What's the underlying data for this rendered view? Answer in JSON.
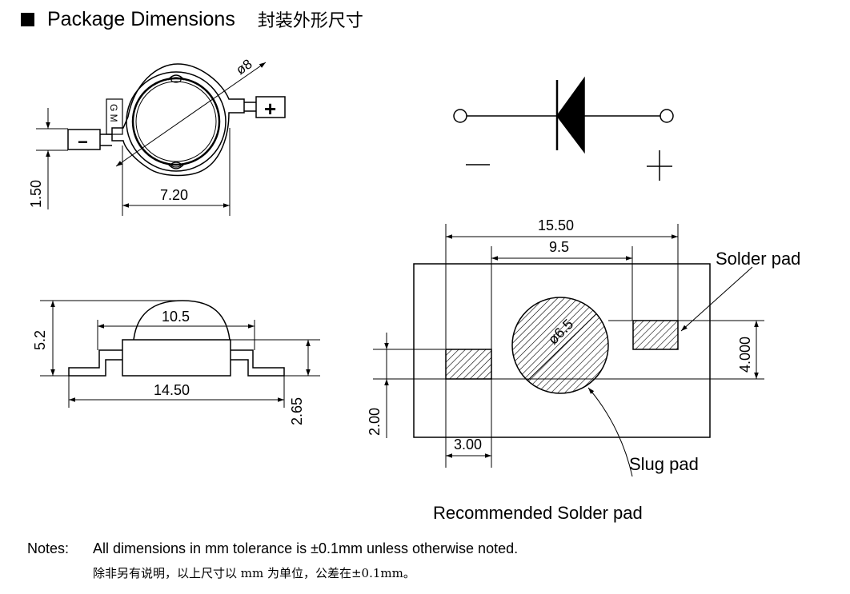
{
  "header": {
    "title": "Package Dimensions",
    "title_cn": "封装外形尺寸"
  },
  "top_view": {
    "dim_diameter": "ø8",
    "dim_width": "7.20",
    "dim_height": "1.50",
    "marking": "G M",
    "minus_symbol": "−",
    "plus_symbol": "+"
  },
  "side_view": {
    "dim_lens": "10.5",
    "dim_height_total": "5.2",
    "dim_length": "14.50",
    "dim_height_body": "2.65"
  },
  "symbol": {
    "minus_symbol": "−",
    "plus_symbol": "+"
  },
  "solder_pad": {
    "dim_outer": "15.50",
    "dim_inner": "9.5",
    "dim_slug": "ø6.5",
    "dim_pad_height": "4.000",
    "dim_pad_offset": "2.00",
    "dim_pad_width": "3.00",
    "label_solder_pad": "Solder pad",
    "label_slug_pad": "Slug pad",
    "caption": "Recommended Solder pad"
  },
  "notes": {
    "label": "Notes:",
    "text": "All dimensions in mm tolerance is ±0.1mm unless otherwise noted.",
    "text_cn": "除非另有说明，以上尺寸以 mm 为单位，公差在±0.1mm。"
  }
}
